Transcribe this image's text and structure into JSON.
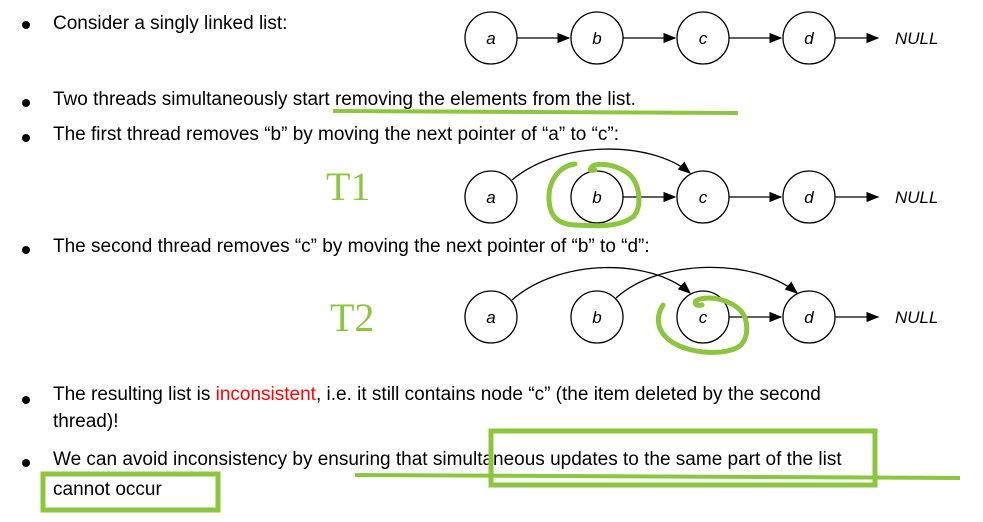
{
  "bullets": {
    "b1": "Consider a singly linked list:",
    "b2": "Two threads simultaneously start removing the elements from the list.",
    "b3": "The first thread removes “b” by moving the next pointer of “a” to “c”:",
    "b4": "The second thread removes “c” by moving the next pointer of “b” to “d”:",
    "b5_pre": "The resulting list is ",
    "b5_red": "inconsistent",
    "b5_post": ", i.e. it still contains node “c” (the item deleted by the second",
    "b5_line2": "thread)!",
    "b6_line1": "We can avoid inconsistency by ensuring that simultaneous updates to the same part of the list",
    "b6_line2": "cannot occur"
  },
  "labels": {
    "t1": "T1",
    "t2": "T2"
  },
  "nodes": [
    "a",
    "b",
    "c",
    "d"
  ],
  "null_label": "NULL",
  "colors": {
    "annotation": "#8cc63f",
    "warning": "#ff0000"
  }
}
